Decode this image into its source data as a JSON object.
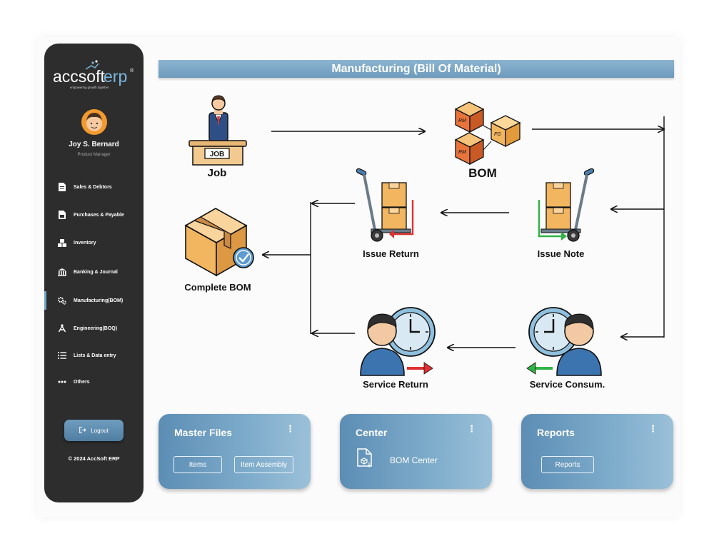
{
  "brand": {
    "logo_text": "accsofterp",
    "tagline": "empowering growth together"
  },
  "user": {
    "name": "Joy S. Bernard",
    "role": "Product Manager"
  },
  "sidebar": {
    "items": [
      {
        "label": "Sales & Debtors",
        "icon": "invoice-icon"
      },
      {
        "label": "Purchases & Payable",
        "icon": "purchase-doc-icon"
      },
      {
        "label": "Inventory",
        "icon": "boxes-icon"
      },
      {
        "label": "Banking & Journal",
        "icon": "bank-icon"
      },
      {
        "label": "Manufacturing(BOM)",
        "icon": "gears-icon",
        "active": true
      },
      {
        "label": "Engineering(BOQ)",
        "icon": "compass-icon"
      },
      {
        "label": "Lists & Data entry",
        "icon": "list-icon"
      },
      {
        "label": "Others",
        "icon": "more-icon"
      }
    ],
    "logout_label": "Logout",
    "copyright": "© 2024 AccSoft ERP"
  },
  "header": {
    "title": "Manufacturing (Bill Of Material)"
  },
  "flow": {
    "job": "Job",
    "job_sign": "JOB",
    "bom": "BOM",
    "issue_return": "Issue Return",
    "issue_note": "Issue Note",
    "complete_bom": "Complete BOM",
    "service_return": "Service Return",
    "service_consum": "Service Consum.",
    "box_labels": {
      "rm1": "RM",
      "rm2": "RM",
      "fg": "FG"
    }
  },
  "cards": {
    "master": {
      "title": "Master Files",
      "menu": "⋮",
      "buttons": [
        "Items",
        "Item Assembly"
      ]
    },
    "center": {
      "title": "Center",
      "menu": "⋮",
      "item": "BOM Center"
    },
    "reports": {
      "title": "Reports",
      "menu": "⋮",
      "button": "Reports"
    }
  },
  "colors": {
    "sidebar_bg": "#2d2d2d",
    "accent_blue": "#6d9bbd",
    "box_orange": "#f2b660",
    "box_dark_orange": "#e8743b",
    "arrow_red": "#e03131",
    "arrow_green": "#2fb344"
  }
}
